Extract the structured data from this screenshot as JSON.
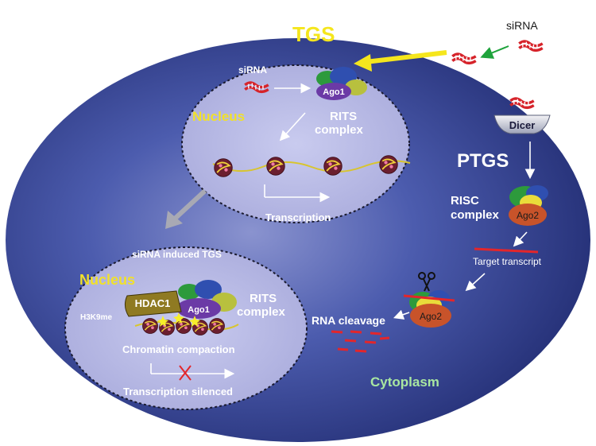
{
  "diagram": {
    "top_label_tgs": "TGS",
    "label_sirna_outside": "siRNA",
    "label_dicer": "Dicer",
    "label_ptgs": "PTGS",
    "label_risc_complex": "RISC\ncomplex",
    "label_ago2_risc": "Ago2",
    "label_target_transcript": "Target transcript",
    "label_ago2_cleavage": "Ago2",
    "label_rna_cleavage": "RNA cleavage",
    "label_cytoplasm": "Cytoplasm",
    "nucleus1": {
      "label_sirna": "siRNA",
      "label_ago1": "Ago1",
      "label_nucleus": "Nucleus",
      "label_rits": "RITS\ncomplex",
      "label_transcription": "Transcription"
    },
    "nucleus2": {
      "title": "siRNA induced TGS",
      "label_nucleus": "Nucleus",
      "label_hdac1": "HDAC1",
      "label_ago1": "Ago1",
      "label_h3k9me": "H3K9me",
      "label_rits": "RITS\ncomplex",
      "label_chromatin": "Chromatin compaction",
      "label_silenced": "Transcription silenced"
    }
  },
  "colors": {
    "cell_fill": "#2f3f8c",
    "nucleus_fill": "#b7b9e3",
    "tgs_arrow": "#f5e61d",
    "nucleus_label": "#f1e12a",
    "cytoplasm_label": "#a9e7a1",
    "rna_red": "#e3262b"
  }
}
